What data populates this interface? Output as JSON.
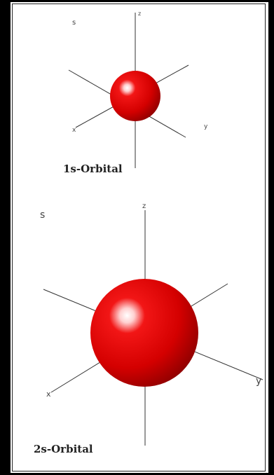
{
  "colors": {
    "frame": "#000000",
    "orbital": "#e00000",
    "axis": "#333333",
    "text": "#222222"
  },
  "orbitals": [
    {
      "caption": "1s-Orbital",
      "corner_label": "s",
      "axes": {
        "z": "z",
        "x": "x",
        "y": "y"
      }
    },
    {
      "caption": "2s-Orbital",
      "corner_label": "s",
      "axes": {
        "z": "z",
        "x": "x",
        "y": "y"
      }
    }
  ]
}
